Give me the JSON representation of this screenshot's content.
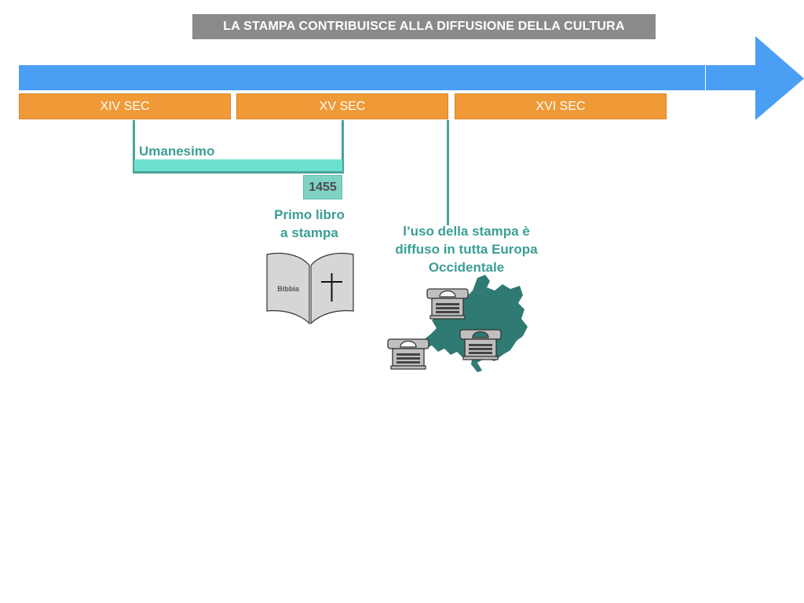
{
  "header": {
    "title": "LA STAMPA CONTRIBUISCE ALLA DIFFUSIONE DELLA CULTURA"
  },
  "timeline": {
    "centuries": [
      "XIV SEC",
      "XV SEC",
      "XVI SEC"
    ],
    "colors": {
      "arrow": "#4a9ff5",
      "century": "#f09a37",
      "period": "#6ee0cf",
      "accent": "#3a9e94"
    }
  },
  "periods": {
    "umanesimo": "Umanesimo"
  },
  "events": {
    "year": "1455",
    "first_book_line1": "Primo libro",
    "first_book_line2": "a stampa",
    "diffusion_line1": "l’uso della stampa è",
    "diffusion_line2": "diffuso in tutta Europa",
    "diffusion_line3": "Occidentale"
  },
  "illustrations": {
    "bible_label": "Bibbia",
    "bible_icon": "open-bible-with-cross",
    "map_icon": "europe-map-with-printing-presses"
  }
}
